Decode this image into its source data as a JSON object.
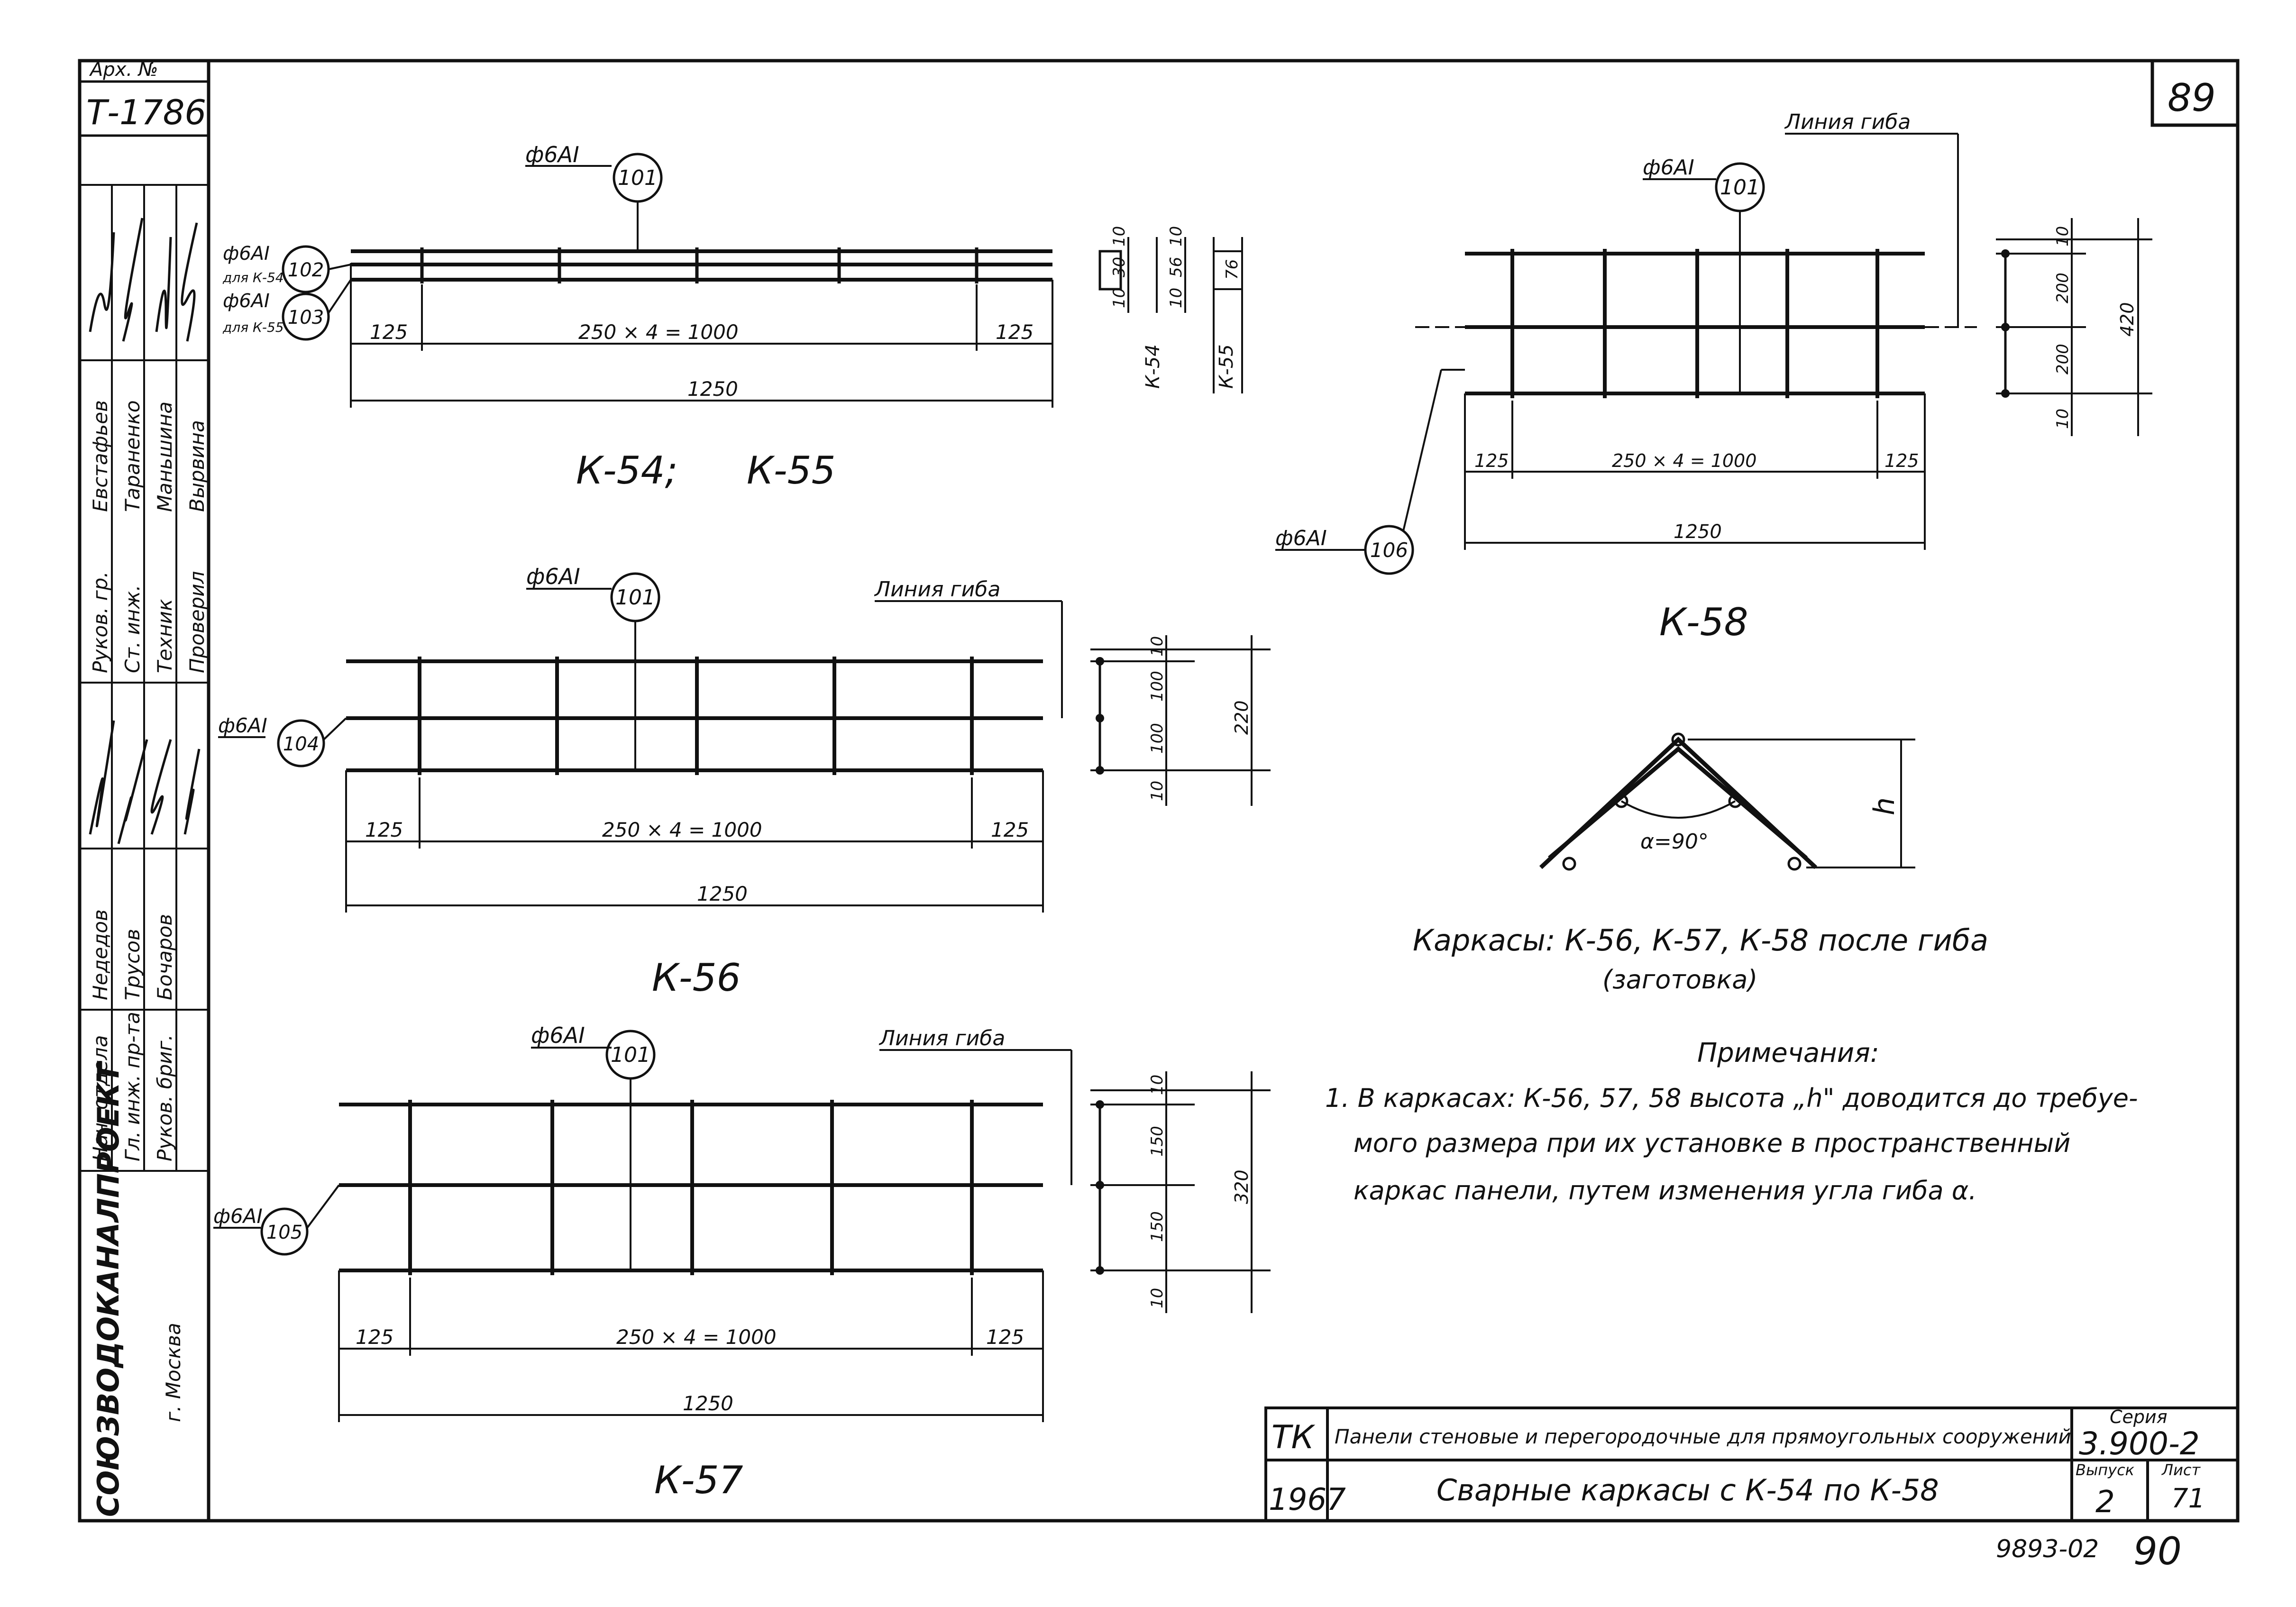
{
  "sheet": {
    "archive_label": "Арх. №",
    "archive_number": "Т-1786",
    "page_number": "89",
    "bottom_code": "9893-02",
    "bottom_page": "90"
  },
  "side_stamp": {
    "rows": [
      {
        "role": "Нач. отдела",
        "name": "Недедов"
      },
      {
        "role": "Гл. инж. пр-та",
        "name": "Трусов"
      },
      {
        "role": "Руков. бриг.",
        "name": "Бочаров"
      },
      {
        "role": "Руков. гр.",
        "name": "Евстафьев"
      },
      {
        "role": "Ст. инж.",
        "name": "Тараненко"
      },
      {
        "role": "Техник",
        "name": "Маньшина"
      },
      {
        "role": "Проверил",
        "name": "Вырвина"
      }
    ],
    "org_name": "СОЮЗВОДОКАНАЛПРОЕКТ",
    "city": "г. Москва"
  },
  "labels": {
    "rebar": "ф6АI",
    "bend_line": "Линия гиба",
    "for_k54": "для К-54",
    "for_k55": "для К-55",
    "angle": "α=90°",
    "h": "h",
    "dim_125": "125",
    "dim_1000": "250 × 4 = 1000",
    "dim_1250": "1250"
  },
  "positions": {
    "p101": "101",
    "p102": "102",
    "p103": "103",
    "p104": "104",
    "p105": "105",
    "p106": "106"
  },
  "section_k54_55": {
    "dims_left": [
      "10",
      "30",
      "10"
    ],
    "dims_right": [
      "10",
      "56",
      "10"
    ],
    "dims_total": "76",
    "label_a": "К-54",
    "label_b": "К-55"
  },
  "section_k56": {
    "dims": [
      "10",
      "100",
      "100",
      "10"
    ],
    "total": "220"
  },
  "section_k57": {
    "dims": [
      "10",
      "150",
      "150",
      "10"
    ],
    "total": "320"
  },
  "section_k58": {
    "dims": [
      "10",
      "200",
      "200",
      "10"
    ],
    "total": "420"
  },
  "titles": {
    "k54_55": "К-54;",
    "k55": "К-55",
    "k56": "К-56",
    "k57": "К-57",
    "k58": "К-58"
  },
  "bent_caption": {
    "line1": "Каркасы: К-56, К-57, К-58 после гиба",
    "line2": "(заготовка)"
  },
  "notes": {
    "title": "Примечания:",
    "line1": "1. В каркасах: К-56, 57, 58 высота „h\" доводится до требуе-",
    "line2": "мого размера при их установке в пространственный",
    "line3": "каркас панели, путем изменения угла гиба α."
  },
  "title_block": {
    "tk": "ТК",
    "year": "1967",
    "subject": "Панели стеновые и перегородочные для прямоугольных сооружений",
    "drawing_title": "Сварные каркасы с К-54 по К-58",
    "series_label": "Серия",
    "series_value": "3.900-2",
    "issue_label": "Выпуск",
    "issue_value": "2",
    "sheet_label": "Лист",
    "sheet_value": "71"
  }
}
